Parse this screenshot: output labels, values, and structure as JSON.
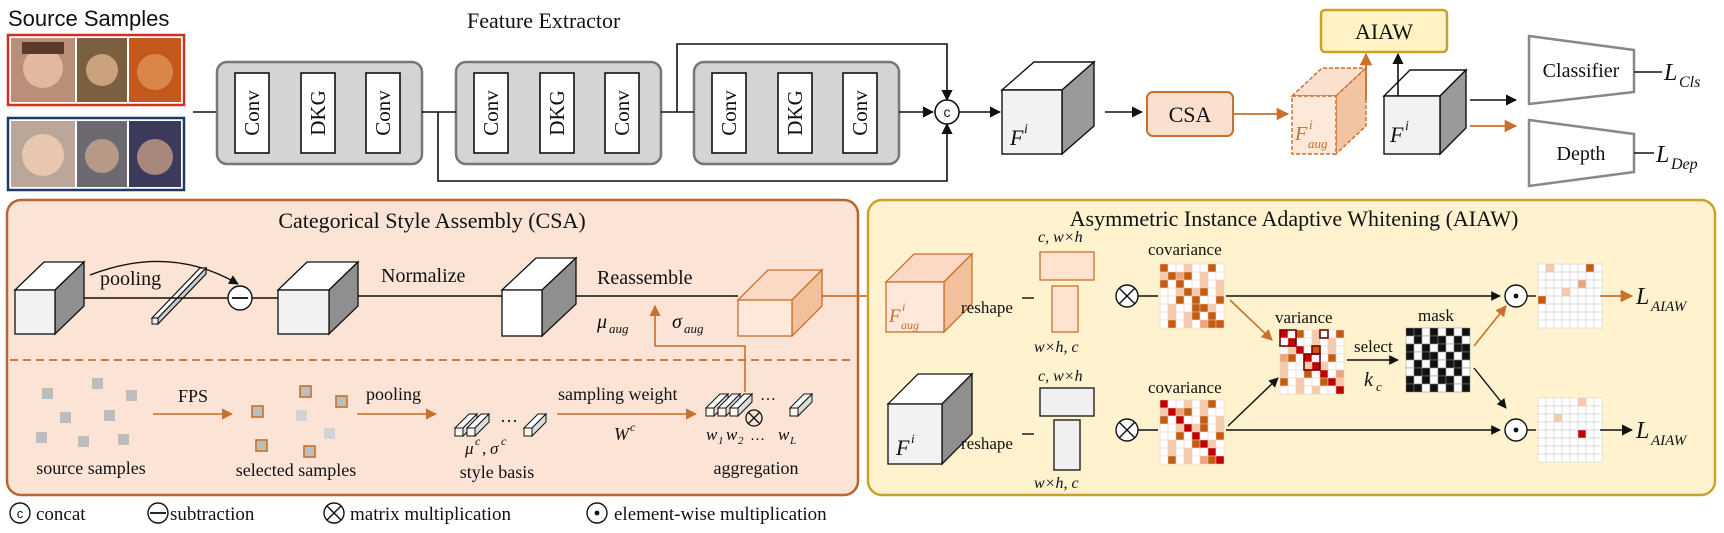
{
  "top": {
    "source_samples_label": "Source Samples",
    "feature_extractor_label": "Feature Extractor",
    "conv_label": "Conv",
    "dkg_label": "DKG",
    "concat_symbol": "c",
    "feature_symbol": "F",
    "feature_superscript": "i",
    "csa_box_label": "CSA",
    "aug_feature_symbol": "F",
    "aug_subscript": "aug",
    "aiaw_box_label": "AIAW",
    "classifier_label": "Classifier",
    "depth_label": "Depth",
    "loss_cls": "L",
    "loss_cls_sub": "Cls",
    "loss_dep": "L",
    "loss_dep_sub": "Dep"
  },
  "csa": {
    "title": "Categorical Style Assembly (CSA)",
    "pooling": "pooling",
    "normalize": "Normalize",
    "reassemble": "Reassemble",
    "mu_aug": "μ",
    "sigma_aug": "σ",
    "aug_sub": "aug",
    "fps": "FPS",
    "pooling2": "pooling",
    "sampling_weight": "sampling weight",
    "wc": "W",
    "wc_sup": "c",
    "source_samples": "source samples",
    "selected_samples": "selected samples",
    "style_basis": "style basis",
    "style_basis_math": "μ",
    "style_basis_math2": "σ",
    "style_basis_sup": "c",
    "aggregation": "aggregation",
    "weights": "w",
    "weights_subs": [
      "1",
      "2",
      "L"
    ],
    "ellipsis": "…",
    "ellipsis_inline": "…"
  },
  "aiaw": {
    "title": "Asymmetric Instance Adaptive Whitening (AIAW)",
    "reshape": "reshape",
    "dims_top": "c, w×h",
    "dims_bottom": "w×h, c",
    "covariance": "covariance",
    "variance": "variance",
    "select": "select",
    "kc": "k",
    "kc_sub": "c",
    "mask": "mask",
    "loss": "L",
    "loss_sub": "AIAW"
  },
  "legend": {
    "concat": "concat",
    "subtraction": "subtraction",
    "matmul": "matrix multiplication",
    "elementwise": "element-wise multiplication"
  },
  "colors": {
    "orange": "#c8702c",
    "csa_bg": "#fbe3d6",
    "csa_border": "#b9652c",
    "aiaw_bg": "#fff3cf",
    "aiaw_border": "#c9a227",
    "aiaw_box_fill": "#fff2c4",
    "conv_block": "#d4d4d4",
    "heat_dark": "#c00000",
    "heat_orange": "#c55a11",
    "heat_light": "#f7caac"
  }
}
